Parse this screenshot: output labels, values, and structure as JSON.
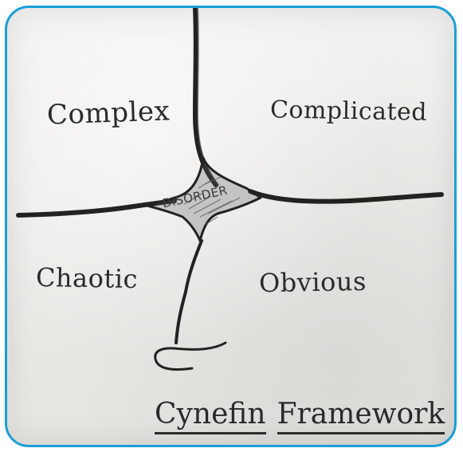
{
  "diagram": {
    "quadrants": {
      "top_left": "Complex",
      "top_right": "Complicated",
      "bottom_left": "Chaotic",
      "bottom_right": "Obvious"
    },
    "center": "DISORDER",
    "title": {
      "word1": "Cynefin",
      "word2": "Framework"
    }
  },
  "colors": {
    "border": "#1aa0d8",
    "ink": "#2b2b2b"
  }
}
